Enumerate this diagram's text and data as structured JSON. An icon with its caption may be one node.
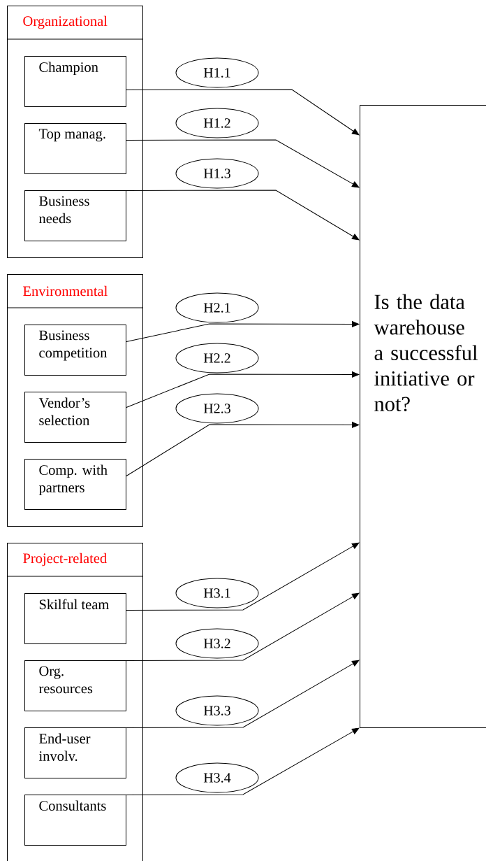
{
  "diagram": {
    "nodes": [
      {
        "text": [
          "Organizational"
        ]
      },
      {
        "text": [
          "Champion"
        ],
        "in": 0
      },
      {
        "text": [
          "Top manag."
        ],
        "in": 0
      },
      {
        "text": [
          "Business needs"
        ],
        "in": 0
      },
      {
        "text": [
          "Environmental"
        ]
      },
      {
        "text": [
          "Business competition"
        ],
        "in": 4
      },
      {
        "text": [
          "Vendor’s selection"
        ],
        "in": 4
      },
      {
        "text": [
          "Comp. with partners"
        ],
        "in": 4
      },
      {
        "text": [
          "Project-related"
        ]
      },
      {
        "text": [
          "Skilful team"
        ],
        "in": 8
      },
      {
        "text": [
          "Org. resources"
        ],
        "in": 8
      },
      {
        "text": [
          "End-user involv."
        ],
        "in": 8
      },
      {
        "text": [
          "Consultants"
        ],
        "in": 8
      },
      {
        "text": [
          "Is the data warehouse a successful initiative or not?"
        ]
      }
    ],
    "edges": [
      {
        "from": 1,
        "to": 13,
        "arrow": "to",
        "label": "H1.1"
      },
      {
        "from": 2,
        "to": 13,
        "arrow": "to",
        "label": "H1.2"
      },
      {
        "from": 3,
        "to": 13,
        "arrow": "to",
        "label": "H1.3"
      },
      {
        "from": 5,
        "to": 13,
        "arrow": "to",
        "label": "H2.1"
      },
      {
        "from": 6,
        "to": 13,
        "arrow": "to",
        "label": "H2.2"
      },
      {
        "from": 7,
        "to": 13,
        "arrow": "to",
        "label": "H2.3"
      },
      {
        "from": 9,
        "to": 13,
        "arrow": "to",
        "label": "H3.1"
      },
      {
        "from": 10,
        "to": 13,
        "arrow": "to",
        "label": "H3.2"
      },
      {
        "from": 11,
        "to": 13,
        "arrow": "to",
        "label": "H3.3"
      },
      {
        "from": 12,
        "to": 13,
        "arrow": "to",
        "label": "H3.4"
      }
    ]
  }
}
